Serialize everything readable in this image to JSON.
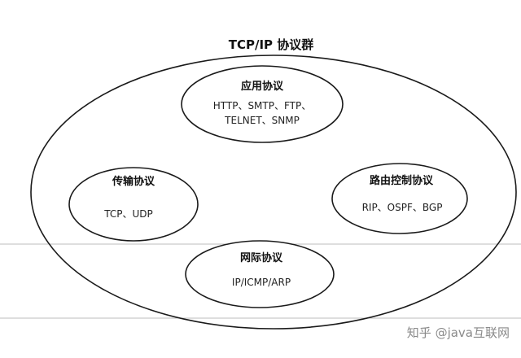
{
  "diagram": {
    "title": "TCP/IP 协议群",
    "groups": {
      "application": {
        "title": "应用协议",
        "lines": [
          "HTTP、SMTP、FTP、",
          "TELNET、SNMP"
        ]
      },
      "transport": {
        "title": "传输协议",
        "lines": [
          "TCP、UDP"
        ]
      },
      "routing": {
        "title": "路由控制协议",
        "lines": [
          "RIP、OSPF、BGP"
        ]
      },
      "network": {
        "title": "网际协议",
        "lines": [
          "IP/ICMP/ARP"
        ]
      }
    }
  },
  "watermark": {
    "text": "知乎 @java互联网"
  }
}
